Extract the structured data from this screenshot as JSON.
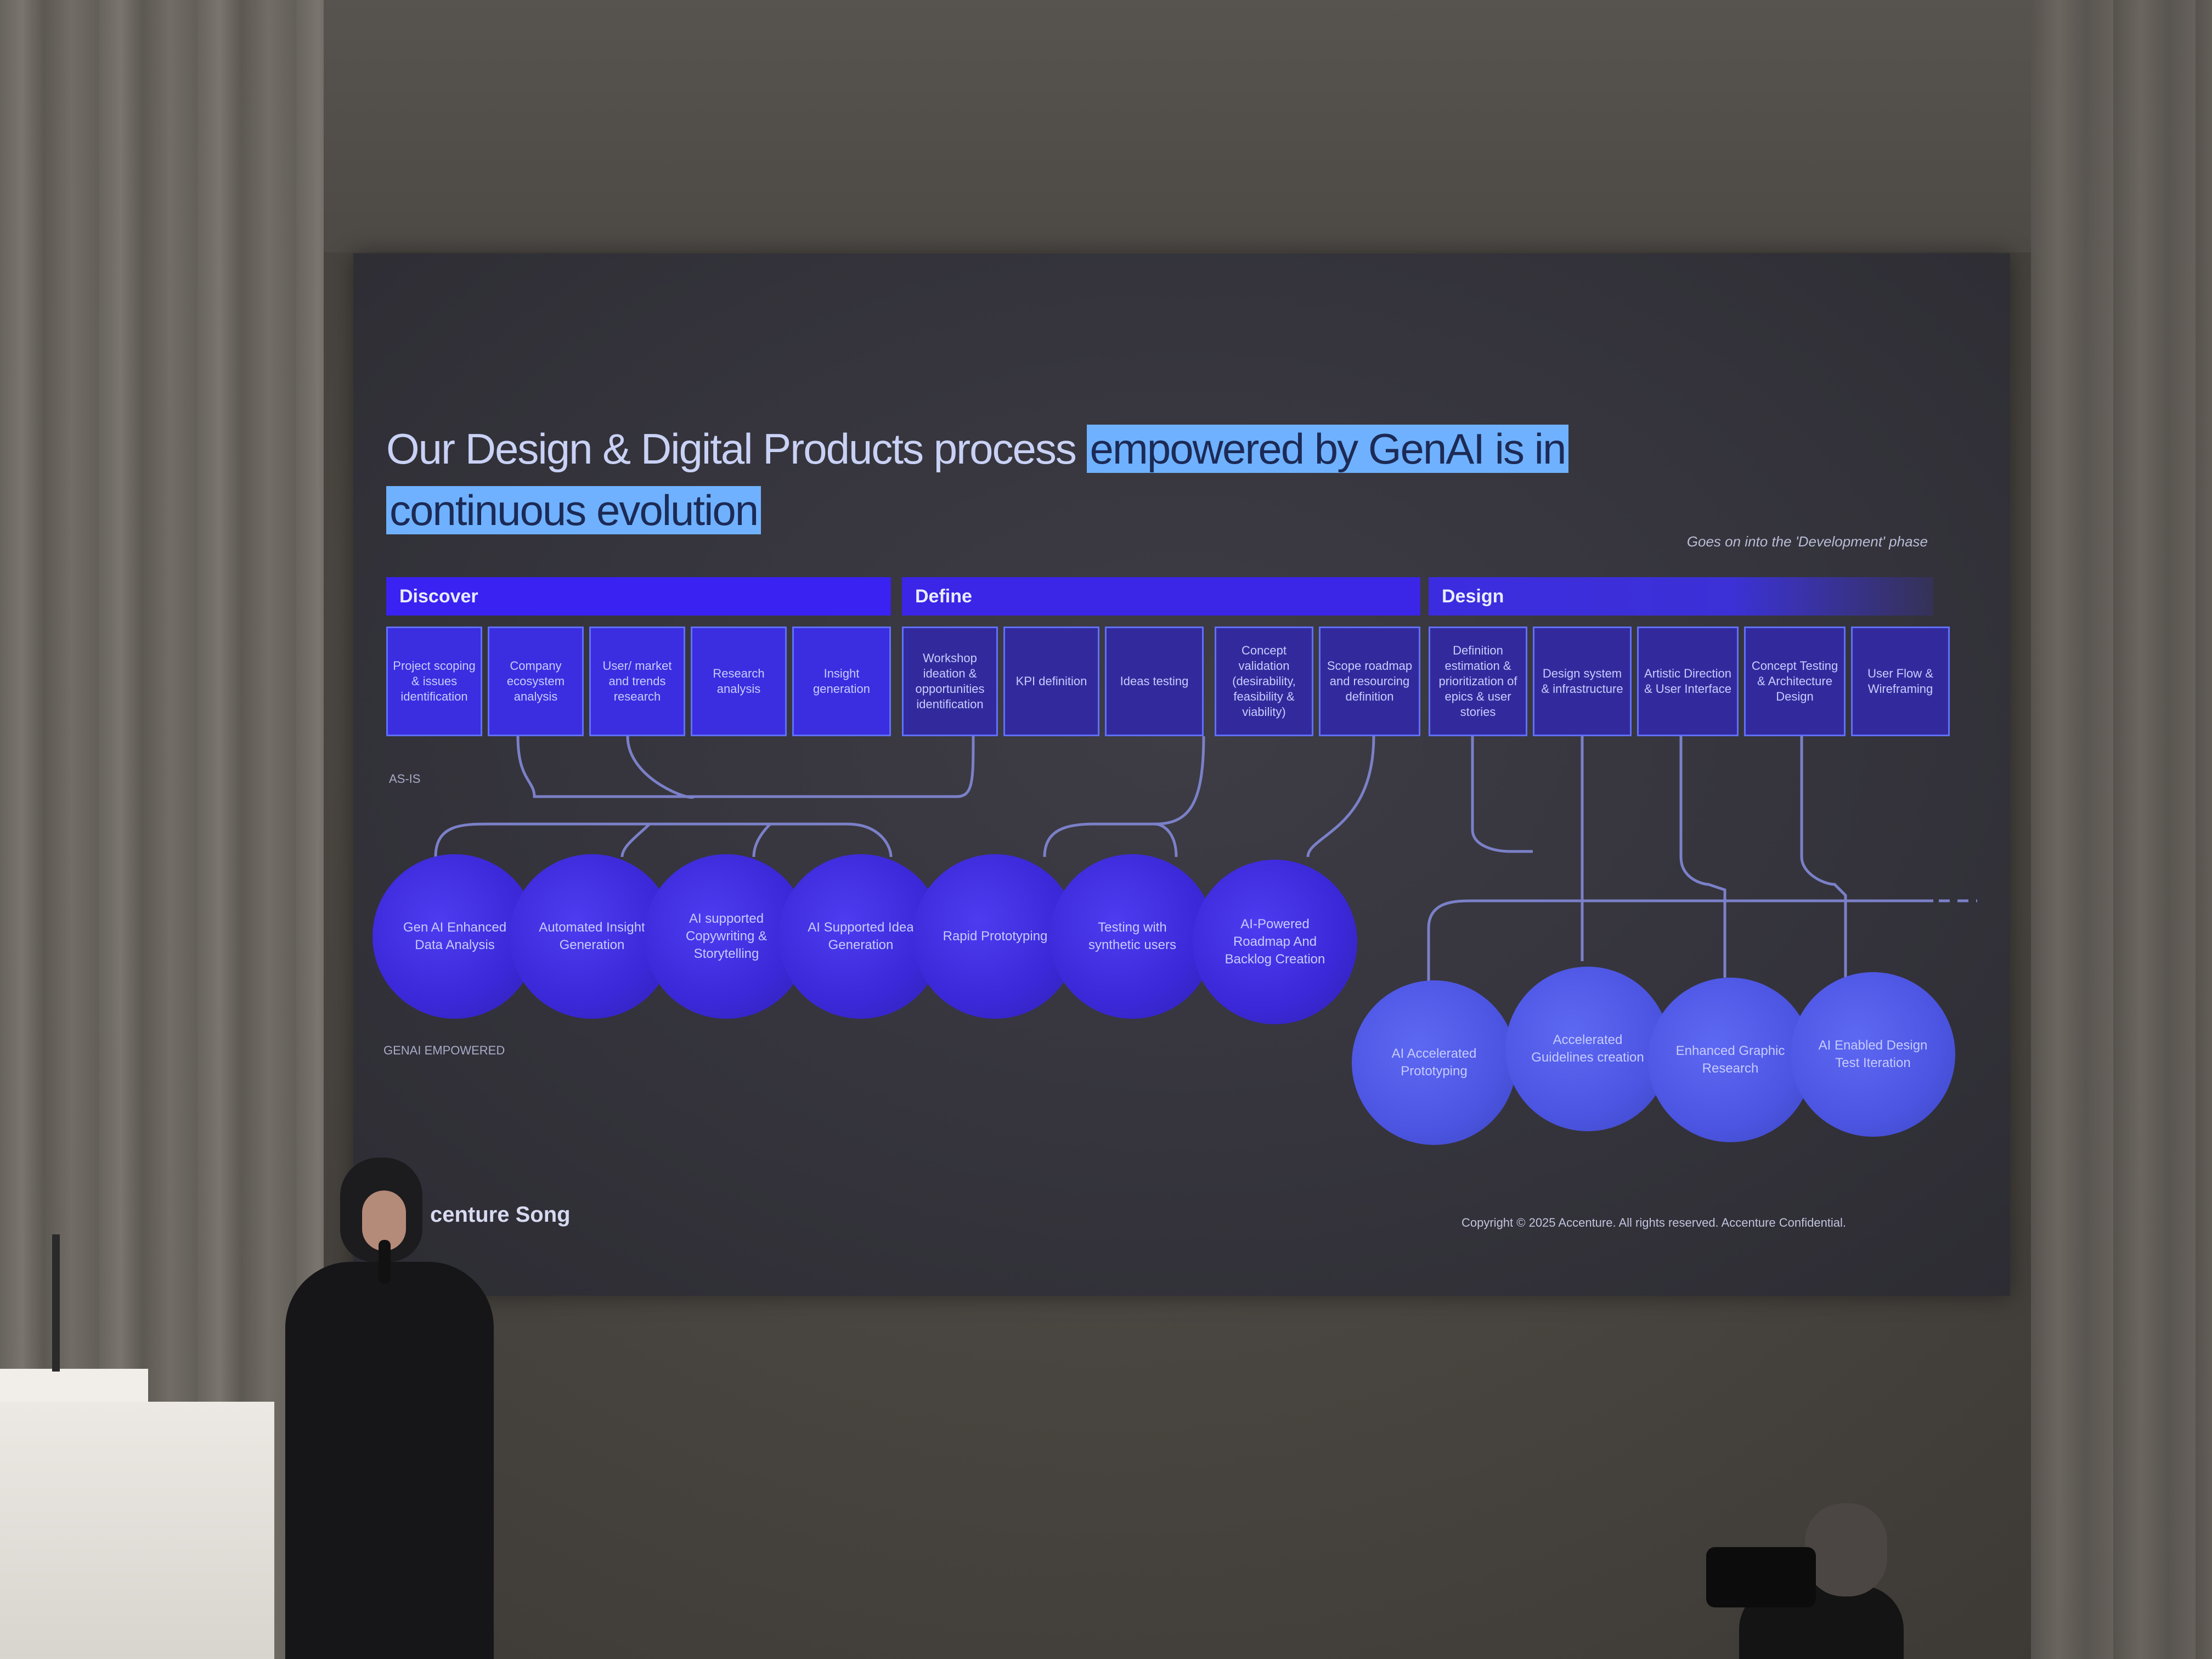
{
  "slide": {
    "title_part1": "Our Design & Digital Products process ",
    "title_highlight1": "empowered by GenAI is in",
    "title_highlight2": "continuous evolution",
    "note": "Goes on into the 'Development' phase",
    "phases": [
      "Discover",
      "Define",
      "Design"
    ],
    "tasks": [
      "Project scoping & issues identification",
      "Company ecosystem analysis",
      "User/ market and trends research",
      "Research analysis",
      "Insight generation",
      "Workshop ideation & opportunities identification",
      "KPI definition",
      "Ideas testing",
      "Concept validation (desirability, feasibility & viability)",
      "Scope roadmap and resourcing definition",
      "Definition estimation & prioritization of epics & user stories",
      "Design system & infrastructure",
      "Artistic Direction & User Interface",
      "Concept Testing & Architecture Design",
      "User Flow & Wireframing"
    ],
    "as_is_label": "AS-IS",
    "genai_label": "GENAI EMPOWERED",
    "circles": [
      "Gen AI Enhanced Data Analysis",
      "Automated Insight Generation",
      "AI supported Copywriting & Storytelling",
      "AI Supported Idea Generation",
      "Rapid Prototyping",
      "Testing with synthetic users",
      "AI-Powered Roadmap And Backlog Creation"
    ],
    "design_circles": [
      "AI Accelerated Prototyping",
      "Accelerated Guidelines creation",
      "Enhanced Graphic Research",
      "AI Enabled Design Test Iteration"
    ],
    "brand": "centure Song",
    "copyright": "Copyright © 2025 Accenture. All rights reserved. Accenture Confidential."
  }
}
